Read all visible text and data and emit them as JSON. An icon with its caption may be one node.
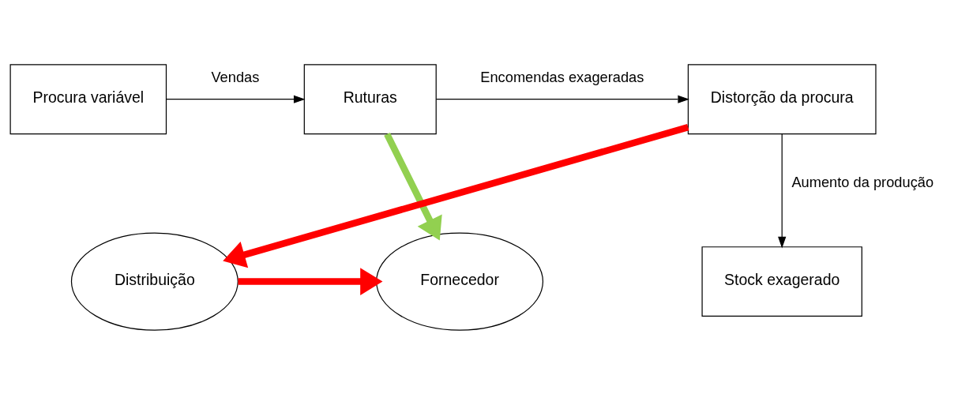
{
  "diagram": {
    "nodes": [
      {
        "text": [
          "Procura variável"
        ]
      },
      {
        "text": [
          "Ruturas"
        ]
      },
      {
        "text": [
          "Distorção da procura"
        ]
      },
      {
        "text": [
          "Stock exagerado"
        ]
      },
      {
        "text": [
          "Fornecedor"
        ]
      },
      {
        "text": [
          "Distribuição"
        ]
      }
    ],
    "edges": [
      {
        "from": 0,
        "to": 1,
        "arrow": "to",
        "label": "Vendas"
      },
      {
        "from": 1,
        "to": 2,
        "arrow": "to",
        "label": "Encomendas exageradas"
      },
      {
        "from": 2,
        "to": 3,
        "arrow": "to",
        "label": "Aumento da produção"
      },
      {
        "from": 1,
        "to": 4,
        "arrow": "to",
        "style": "thick",
        "color": "#92d050"
      },
      {
        "from": 2,
        "to": 5,
        "arrow": "to",
        "style": "thick",
        "color": "#ff0000"
      },
      {
        "from": 5,
        "to": 4,
        "arrow": "to",
        "style": "thick",
        "color": "#ff0000"
      }
    ]
  }
}
